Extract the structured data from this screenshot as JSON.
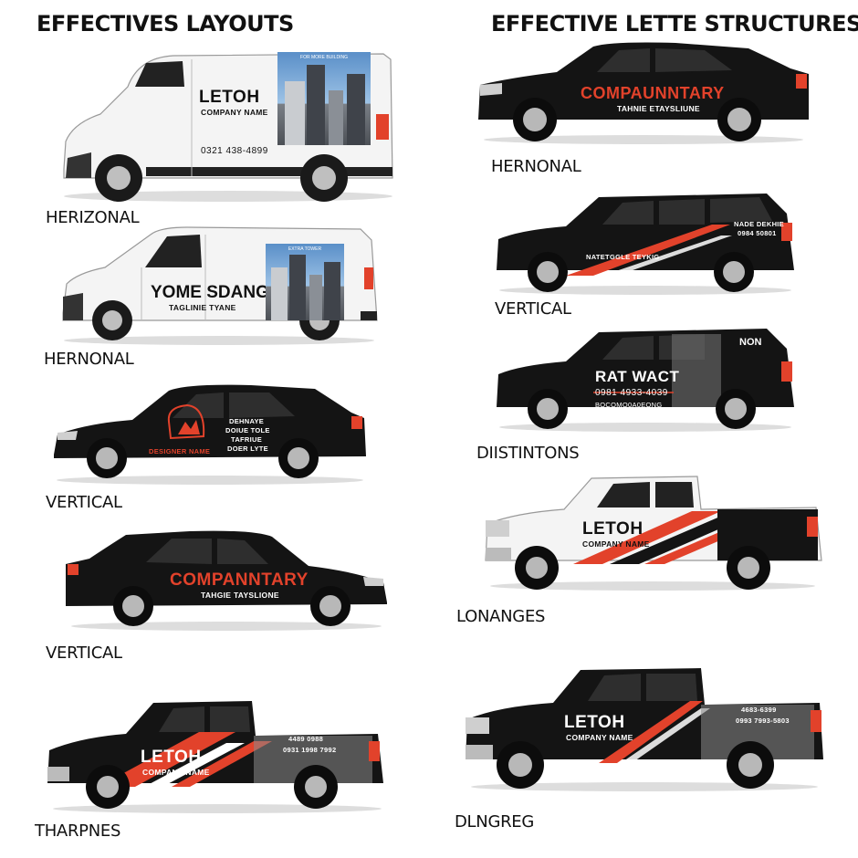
{
  "headings": {
    "left": "EFFECTIVES LAYOUTS",
    "right": "EFFECTIVE LETTE STRUCTURES"
  },
  "left_column": [
    {
      "caption": "HERIZONAL",
      "brand": "LETOH",
      "sub": "COMPANY NAME",
      "phone": "0321 438-4899",
      "photo_text": "FOR MORE BUILDING"
    },
    {
      "caption": "HERNONAL",
      "brand": "YOME SDANGE",
      "sub": "TAGLINIE TYANE",
      "photo_text": "EXTRA TOWER"
    },
    {
      "caption": "VERTICAL",
      "logo_text": "DESIGNER NAME",
      "lines": [
        "DEHNAYE",
        "DOIUE TOLE",
        "TAFRIUE",
        "DOER LYTE"
      ]
    },
    {
      "caption": "VERTICAL",
      "brand": "COMPANNTARY",
      "sub": "TAHGIE TAYSLIONE"
    },
    {
      "caption": "THARPNES",
      "brand": "LETOH",
      "sub": "COMPANY NAME",
      "phone1": "4489 0988",
      "phone2": "0931 1998 7992"
    }
  ],
  "right_column": [
    {
      "caption": "HERNONAL",
      "brand": "COMPAUNNTARY",
      "sub": "TAHNIE ETAYSLIUNE"
    },
    {
      "caption": "VERTICAL",
      "lines": [
        "NADE DEKHIE",
        "0984 50801"
      ],
      "stripe_text": "NATETGGLE TEYKIG"
    },
    {
      "caption": "DIISTINTONS",
      "corner": "NON",
      "brand": "RAT WACT",
      "phone": "0981 4933-4039",
      "small": "BOCOMO0A0EONG"
    },
    {
      "caption": "LONANGES",
      "brand": "LETOH",
      "sub": "COMPANY NAME"
    },
    {
      "caption": "DLNGREG",
      "brand": "LETOH",
      "sub": "COMPANY NAME",
      "phone1": "4683-6399",
      "phone2": "0993 7993-5803"
    }
  ],
  "colors": {
    "accent": "#e2422b",
    "body_black": "#141414",
    "body_white": "#f4f4f4"
  }
}
